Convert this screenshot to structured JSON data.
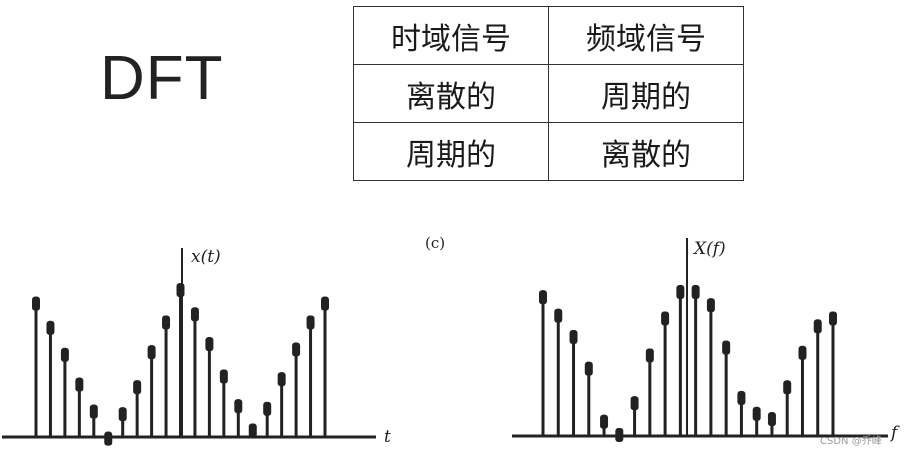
{
  "heading": "DFT",
  "table": {
    "header": [
      "时域信号",
      "频域信号"
    ],
    "rows": [
      [
        "离散的",
        "周期的"
      ],
      [
        "周期的",
        "离散的"
      ]
    ]
  },
  "plots": {
    "time": {
      "y_label": "x(t)",
      "x_label": "t",
      "stems": [
        0.52,
        0.43,
        0.33,
        0.22,
        0.12,
        0.02,
        0.11,
        0.21,
        0.34,
        0.45,
        0.57,
        0.48,
        0.37,
        0.25,
        0.14,
        0.05,
        0.13,
        0.24,
        0.35,
        0.45,
        0.52
      ]
    },
    "freq": {
      "panel_label": "(c)",
      "y_label": "X(f)",
      "x_label": "f",
      "stems": [
        0.55,
        0.48,
        0.4,
        0.28,
        0.08,
        0.03,
        0.15,
        0.33,
        0.47,
        0.57,
        0.57,
        0.52,
        0.36,
        0.17,
        0.11,
        0.09,
        0.21,
        0.34,
        0.44,
        0.47
      ]
    }
  },
  "watermark": "CSDN @乔峰"
}
